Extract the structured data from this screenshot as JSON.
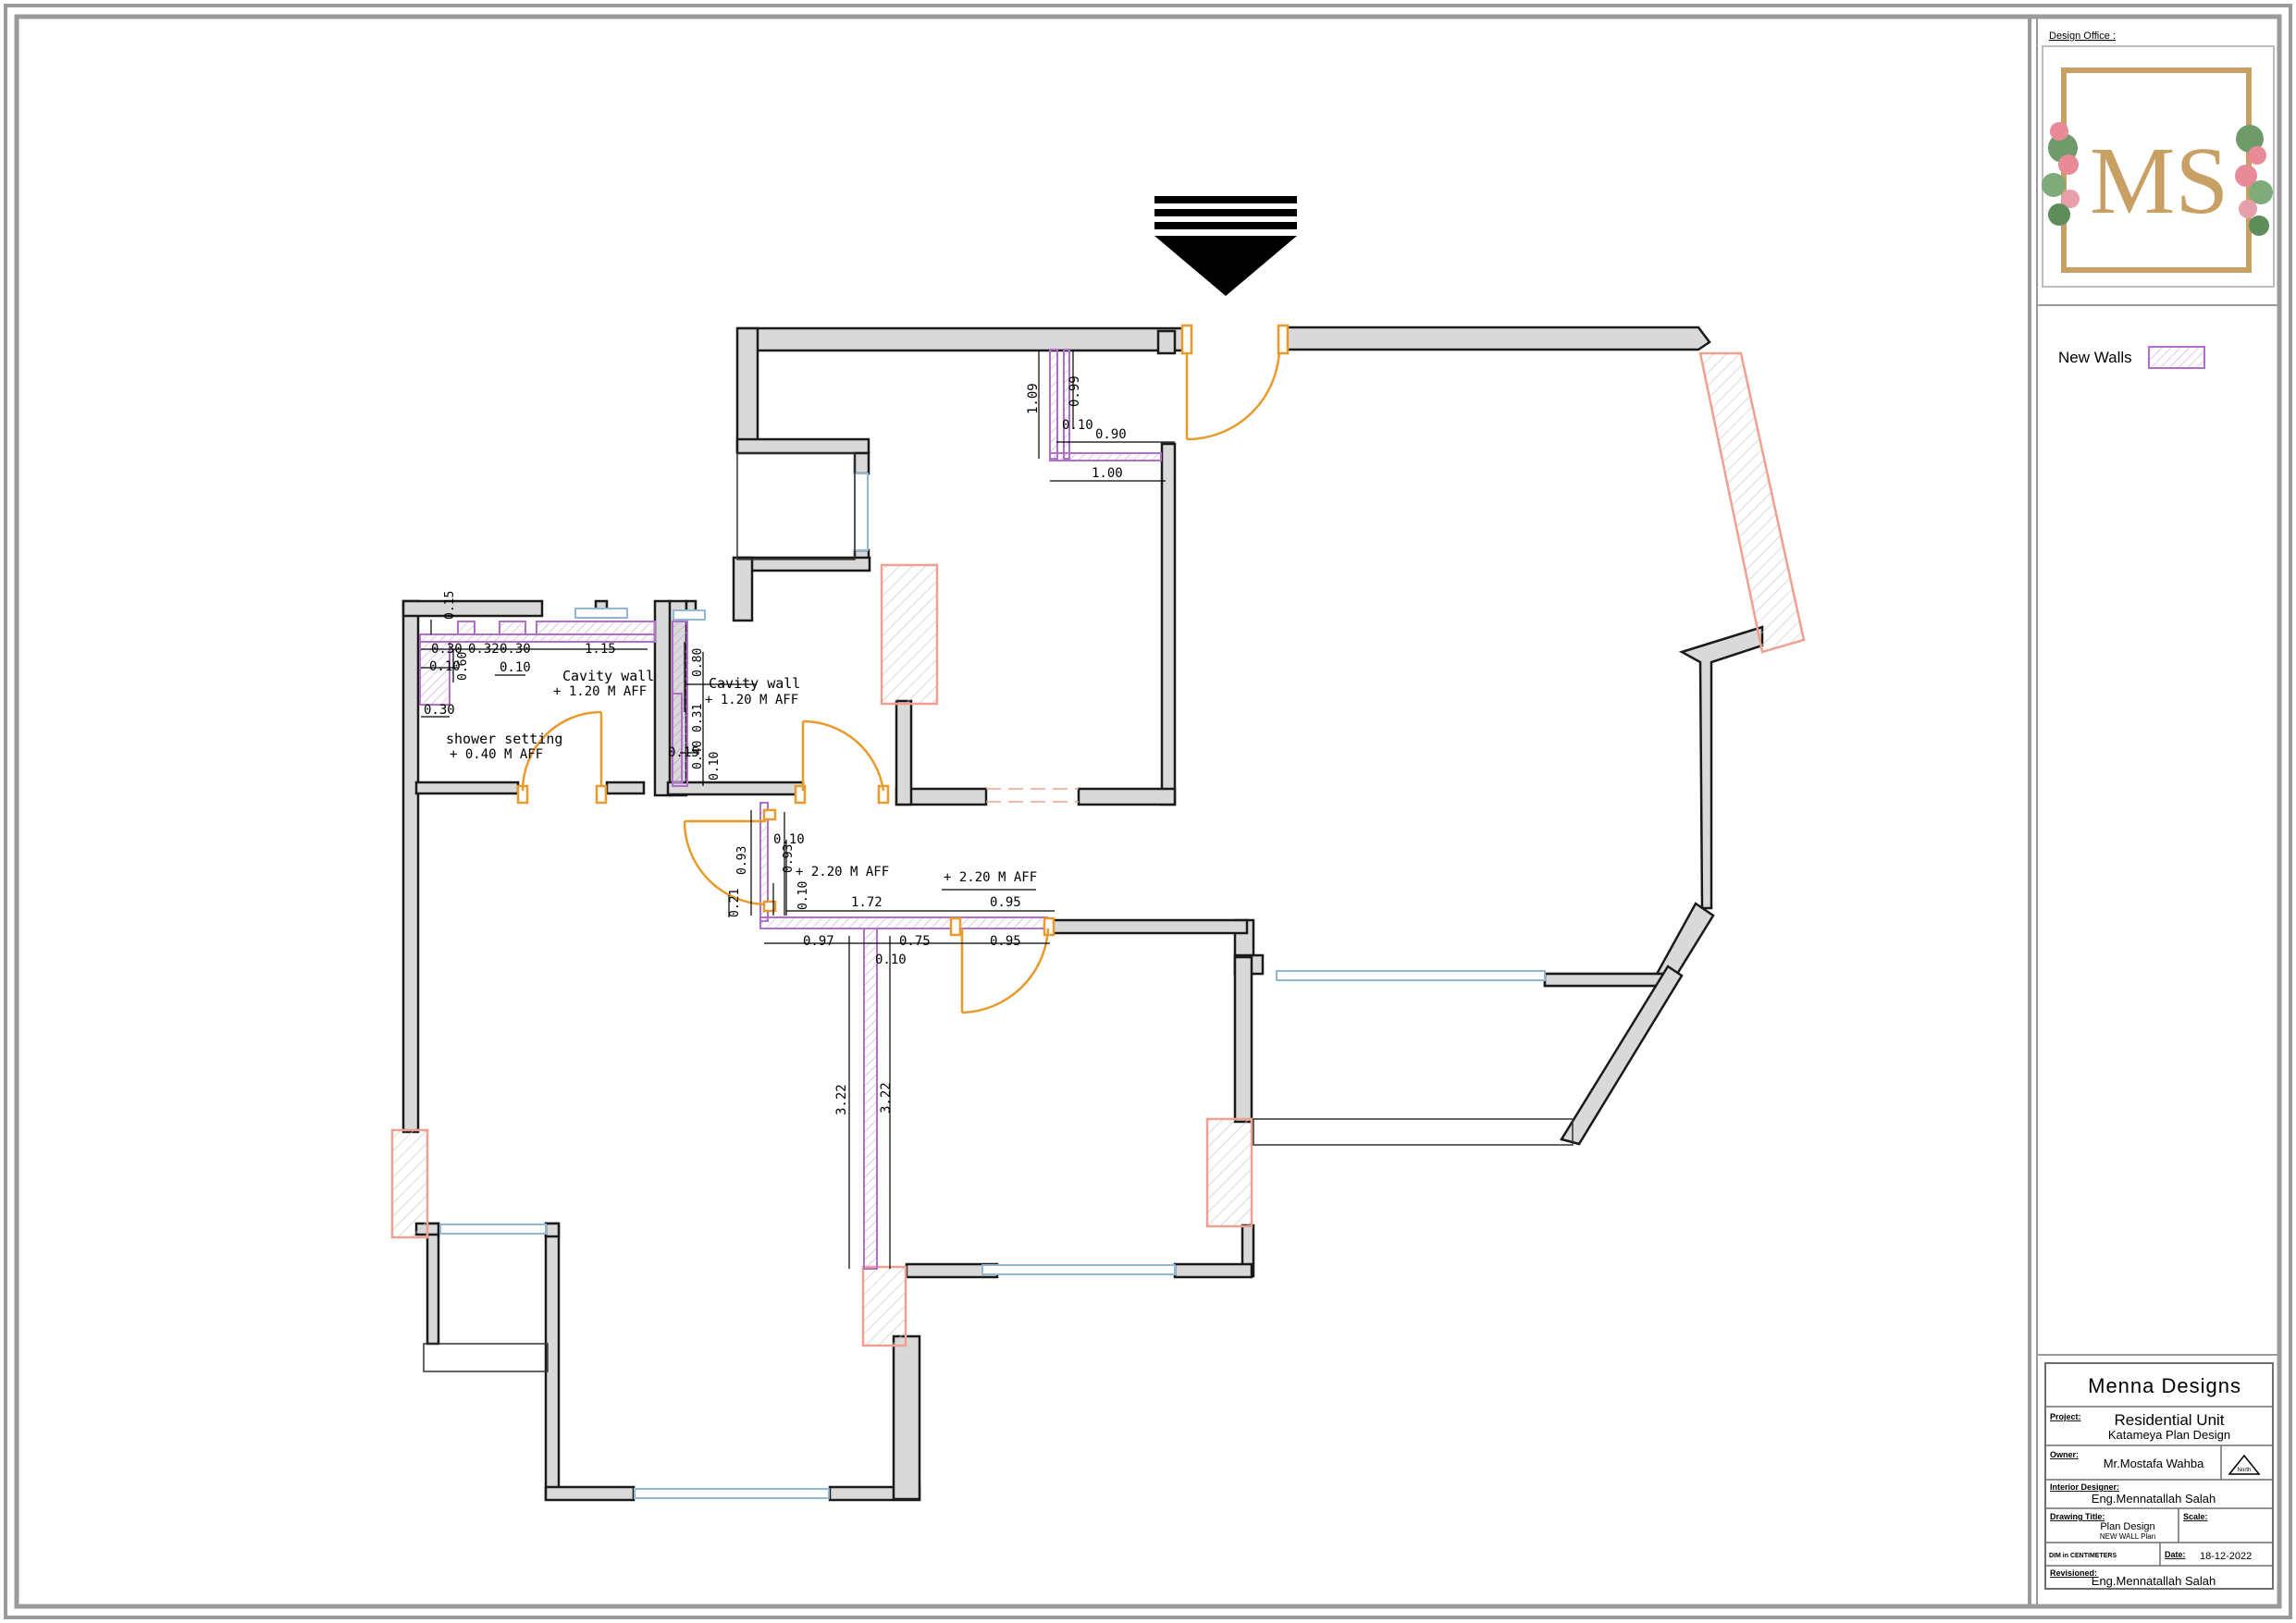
{
  "title_block": {
    "office_label": "Design Office :",
    "logo_text": "MS",
    "company": "Menna Designs",
    "project_label": "Project:",
    "project_name": "Residential Unit",
    "project_sub": "Katameya Plan Design",
    "owner_label": "Owner:",
    "owner_name": "Mr.Mostafa Wahba",
    "designer_label": "Interior Designer:",
    "designer_name": "Eng.Mennatallah Salah",
    "drawing_title_label": "Drawing Title:",
    "drawing_title": "Plan Design",
    "drawing_sub": "NEW WALL Plan",
    "scale_label": "Scale:",
    "dim_note": "DIM in CENTIMETERS",
    "date_label": "Date:",
    "date_value": "18-12-2022",
    "revisioned_label": "Revisioned:",
    "revisioned_name": "Eng.Mennatallah Salah",
    "north_label": "North"
  },
  "legend": {
    "new_walls_label": "New Walls",
    "new_walls_color": "#b070c8"
  },
  "colors": {
    "wall_fill": "#d9d9d9",
    "wall_stroke": "#1a1a1a",
    "wall_outline": "#e08a80",
    "new_wall": "#b070c8",
    "door": "#e89a2c",
    "window": "#8fb8d8",
    "column": "#f0a090",
    "border": "#9a9a9a"
  },
  "annotations": {
    "cavity_wall_1": "Cavity wall",
    "cavity_wall_1_level": "+ 1.20 M AFF",
    "cavity_wall_2": "Cavity wall",
    "cavity_wall_2_level": "+ 1.20 M AFF",
    "shower": "shower setting",
    "shower_level": "+ 0.40 M AFF",
    "level_a": "+ 2.20 M AFF",
    "level_b": "+ 2.20 M AFF"
  },
  "dimensions": {
    "d_109": "1.09",
    "d_099": "0.99",
    "d_010a": "0.10",
    "d_090": "0.90",
    "d_100": "1.00",
    "d_015a": "0.15",
    "d_030a": "0.30",
    "d_032": "0.32",
    "d_030b": "0.30",
    "d_115": "1.15",
    "d_010b": "0.10",
    "d_060": "0.60",
    "d_010c": "0.10",
    "d_030c": "0.30",
    "d_080": "0.80",
    "d_031": "0.31",
    "d_040": "0.40",
    "d_015b": "0.15",
    "d_010d": "0.10",
    "d_010e": "0.10",
    "d_093a": "0.93",
    "d_093b": "0.93",
    "d_010f": "0.10",
    "d_021": "0.21",
    "d_172": "1.72",
    "d_095a": "0.95",
    "d_097": "0.97",
    "d_075": "0.75",
    "d_095b": "0.95",
    "d_010g": "0.10",
    "d_322a": "3.22",
    "d_322b": "3.22"
  }
}
